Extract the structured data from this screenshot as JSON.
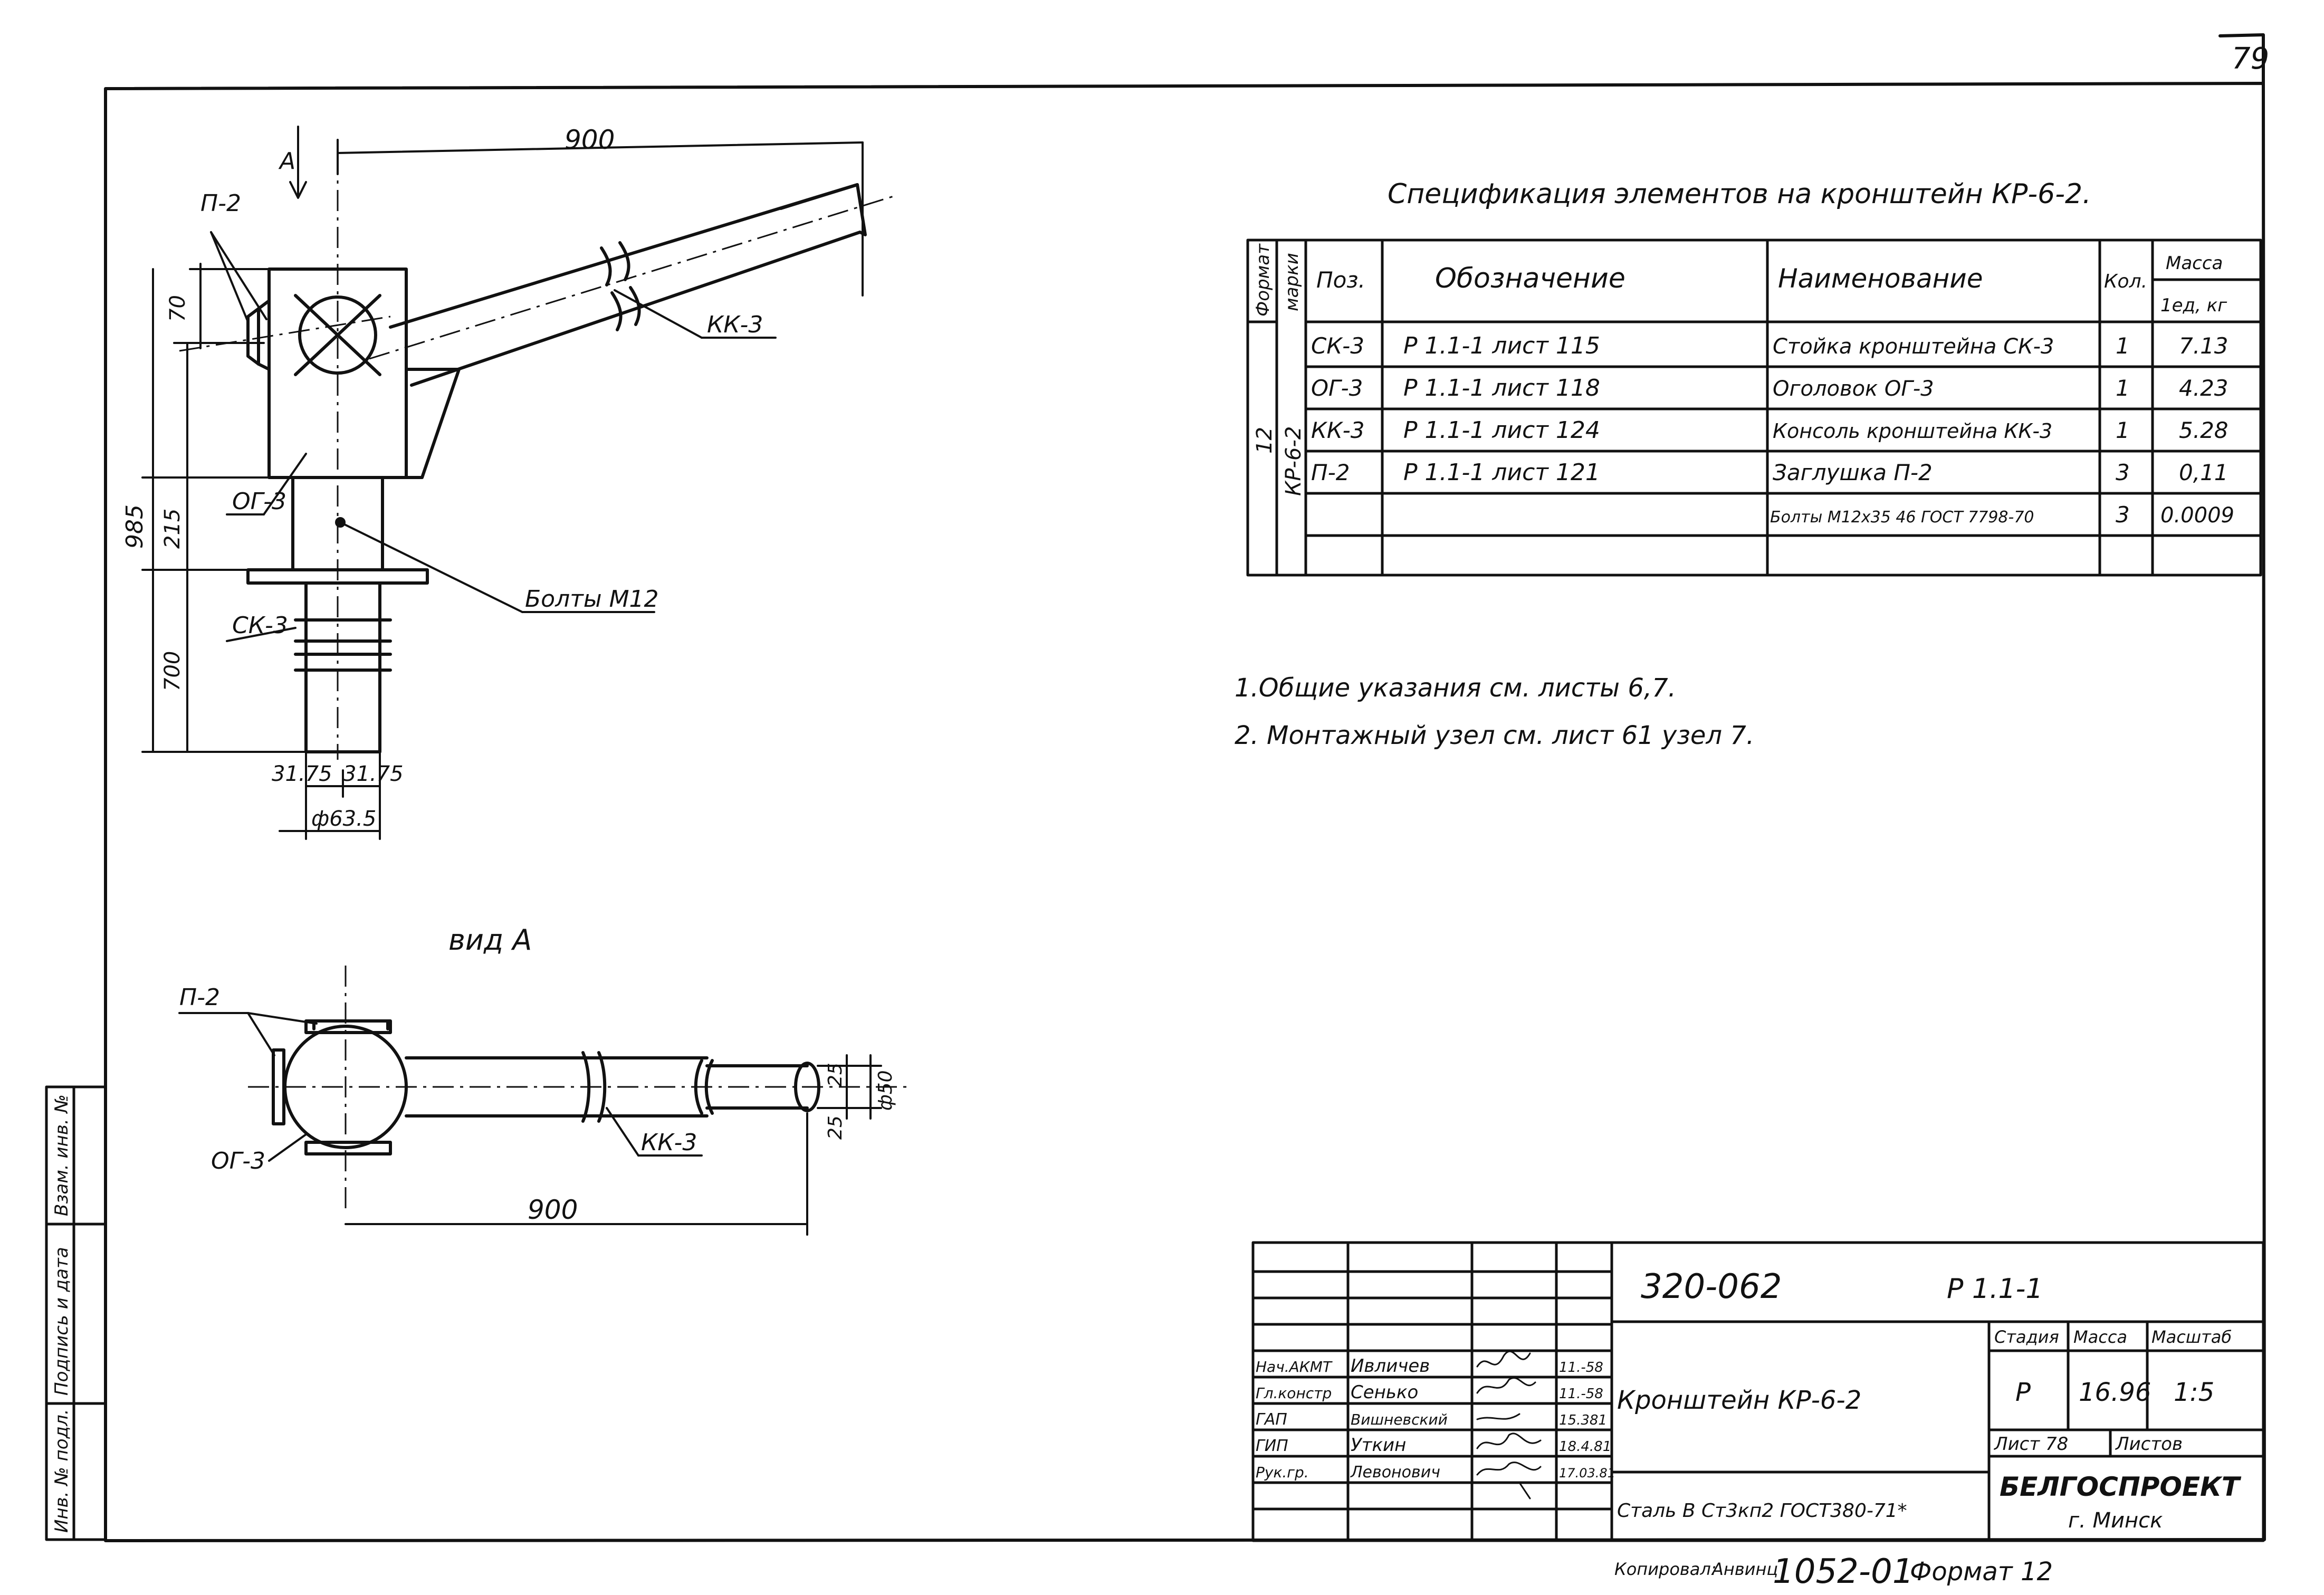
{
  "sheet_number": "79",
  "view_a_title": "вид А",
  "section_mark": "А",
  "spec": {
    "title": "Спецификация элементов на кронштейн КР-6-2.",
    "headers": {
      "format": "Формат",
      "marks": "марки",
      "pos": "Поз.",
      "designation": "Обозначение",
      "name": "Наименование",
      "qty": "Кол.",
      "mass": [
        "Масса",
        "1ед, кг"
      ]
    },
    "format_cell": "12",
    "mark_cell": "КР-6-2",
    "rows": [
      {
        "pos": "СК-3",
        "designation": "Р 1.1-1 лист 115",
        "name": "Стойка кронштейна СК-3",
        "qty": "1",
        "mass": "7.13"
      },
      {
        "pos": "ОГ-3",
        "designation": "Р 1.1-1 лист 118",
        "name": "Оголовок ОГ-3",
        "qty": "1",
        "mass": "4.23"
      },
      {
        "pos": "КК-3",
        "designation": "Р 1.1-1 лист 124",
        "name": "Консоль кронштейна КК-3",
        "qty": "1",
        "mass": "5.28"
      },
      {
        "pos": "П-2",
        "designation": "Р 1.1-1 лист 121",
        "name": "Заглушка П-2",
        "qty": "3",
        "mass": "0,11"
      },
      {
        "pos": "",
        "designation": "",
        "name": "Болты М12х35 46 ГОСТ 7798-70",
        "qty": "3",
        "mass": "0.0009"
      },
      {
        "pos": "",
        "designation": "",
        "name": "",
        "qty": "",
        "mass": ""
      }
    ]
  },
  "notes": [
    "1.Общие указания см. листы 6,7.",
    "2. Монтажный узел см. лист 61  узел 7."
  ],
  "side_view": {
    "dim_900": "900",
    "dim_70": "70",
    "dim_215": "215",
    "dim_985": "985",
    "dim_700": "700",
    "dim_3175a": "31.75",
    "dim_3175b": "31.75",
    "dim_dia": "ф63.5",
    "label_p2": "П-2",
    "label_kk3": "КК-3",
    "label_og3": "ОГ-3",
    "label_sk3": "СК-3",
    "label_bolts": "Болты М12"
  },
  "plan_view": {
    "label_p2": "П-2",
    "label_og3": "ОГ-3",
    "label_kk3": "КК-3",
    "dim_900": "900",
    "dim_25a": "25",
    "dim_25b": "25",
    "dim_dia": "ф50"
  },
  "left_strip": [
    "Инв. № подл.",
    "Подпись и дата",
    "Взам. инв. №"
  ],
  "title_block": {
    "doc_number": "320-062",
    "series": "Р 1.1-1",
    "object_name": "Кронштейн КР-6-2",
    "material": "Сталь В Ст3кп2 ГОСТ380-71*",
    "headers": {
      "stage": "Стадия",
      "mass": "Масса",
      "scale": "Масштаб"
    },
    "stage": "Р",
    "mass": "16.96",
    "scale": "1:5",
    "sheet": "Лист 78",
    "sheets": "Листов",
    "org": "БЕЛГОСПРОЕКТ",
    "city": "г. Минск",
    "people": [
      {
        "role": "Нач.АКМТ",
        "name": "Ивличев",
        "date": "11.-58"
      },
      {
        "role": "Гл.констр",
        "name": "Сенько",
        "date": "11.-58"
      },
      {
        "role": "ГАП",
        "name": "Вишневский",
        "date": "15.381"
      },
      {
        "role": "ГИП",
        "name": "Уткин",
        "date": "18.4.81"
      },
      {
        "role": "Рук.гр.",
        "name": "Левонович",
        "date": "17.03.81"
      }
    ]
  },
  "footer": {
    "copied": "Копировал:",
    "copier": "Анвинц",
    "code": "1052-01",
    "format": "Формат 12"
  }
}
